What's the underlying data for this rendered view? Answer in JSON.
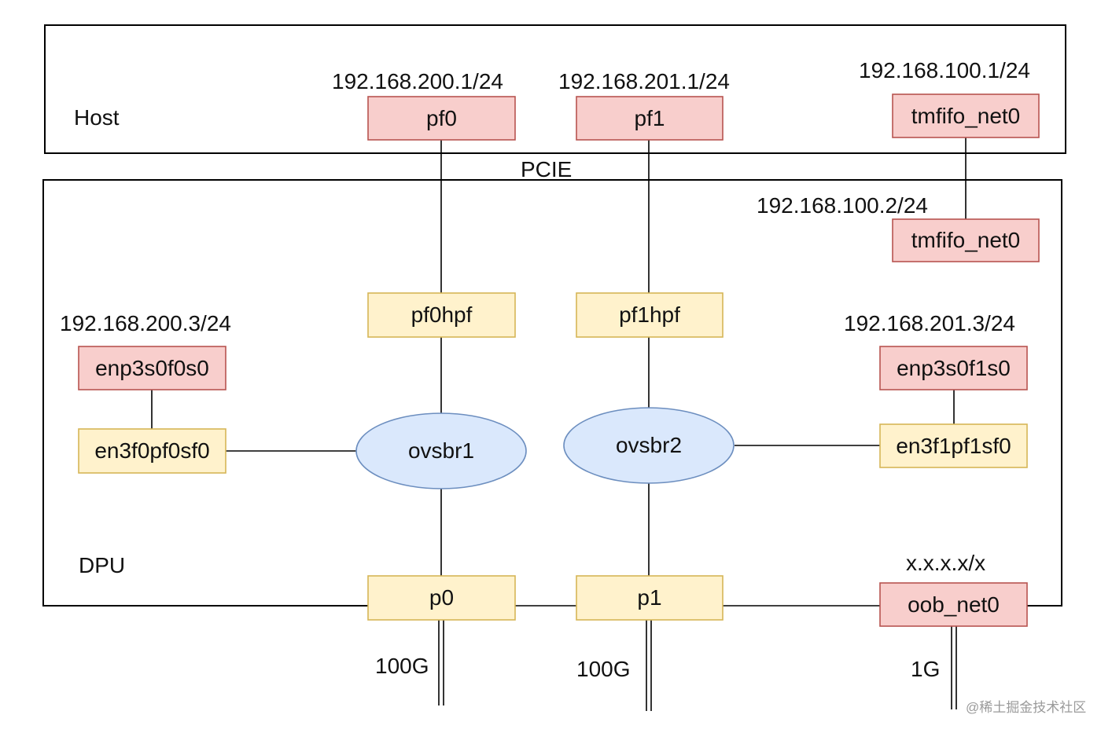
{
  "host": {
    "label": "Host",
    "pf0": {
      "name": "pf0",
      "ip": "192.168.200.1/24"
    },
    "pf1": {
      "name": "pf1",
      "ip": "192.168.201.1/24"
    },
    "tmfifo": {
      "name": "tmfifo_net0",
      "ip": "192.168.100.1/24"
    }
  },
  "pcie_label": "PCIE",
  "dpu": {
    "label": "DPU",
    "tmfifo": {
      "name": "tmfifo_net0",
      "ip": "192.168.100.2/24"
    },
    "pf0hpf": "pf0hpf",
    "pf1hpf": "pf1hpf",
    "ovsbr1": "ovsbr1",
    "ovsbr2": "ovsbr2",
    "enp3s0f0s0": {
      "name": "enp3s0f0s0",
      "ip": "192.168.200.3/24"
    },
    "en3f0pf0sf0": "en3f0pf0sf0",
    "enp3s0f1s0": {
      "name": "enp3s0f1s0",
      "ip": "192.168.201.3/24"
    },
    "en3f1pf1sf0": "en3f1pf1sf0",
    "p0": "p0",
    "p1": "p1",
    "oob": {
      "name": "oob_net0",
      "ip": "x.x.x.x/x"
    }
  },
  "links": {
    "p0_speed": "100G",
    "p1_speed": "100G",
    "oob_speed": "1G"
  },
  "watermark": "@稀土掘金技术社区",
  "colors": {
    "host_iface_fill": "#f8cecc",
    "host_iface_border": "#b85450",
    "dpu_port_fill": "#fff2cc",
    "dpu_port_border": "#d6b656",
    "bridge_fill": "#dae8fc",
    "bridge_border": "#6c8ebf"
  }
}
